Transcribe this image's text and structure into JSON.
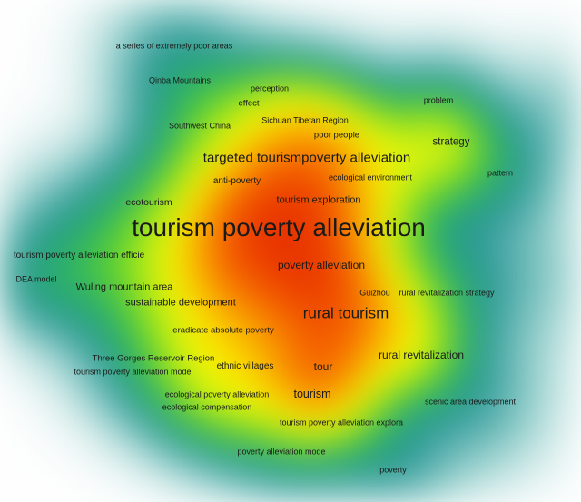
{
  "map": {
    "terms": [
      {
        "id": "a-series-of-extremely-poor-areas",
        "text": "a series of extremely poor areas",
        "weight": 1
      },
      {
        "id": "qinba-mountains",
        "text": "Qinba Mountains",
        "weight": 1
      },
      {
        "id": "perception",
        "text": "perception",
        "weight": 1
      },
      {
        "id": "effect",
        "text": "effect",
        "weight": 1
      },
      {
        "id": "problem",
        "text": "problem",
        "weight": 1
      },
      {
        "id": "southwest-china",
        "text": "Southwest China",
        "weight": 1
      },
      {
        "id": "sichuan-tibetan-region",
        "text": "Sichuan Tibetan Region",
        "weight": 1
      },
      {
        "id": "poor-people",
        "text": "poor people",
        "weight": 1
      },
      {
        "id": "strategy",
        "text": "strategy",
        "weight": 2
      },
      {
        "id": "targeted-tourism-poverty-alleviation",
        "text": "targeted tourismpoverty alleviation",
        "weight": 4
      },
      {
        "id": "pattern",
        "text": "pattern",
        "weight": 1
      },
      {
        "id": "ecological-environment",
        "text": "ecological environment",
        "weight": 1
      },
      {
        "id": "anti-poverty",
        "text": "anti-poverty",
        "weight": 1.5
      },
      {
        "id": "ecotourism",
        "text": "ecotourism",
        "weight": 1.5
      },
      {
        "id": "tourism-exploration",
        "text": "tourism exploration",
        "weight": 1.5
      },
      {
        "id": "tourism-poverty-alleviation",
        "text": "tourism poverty alleviation",
        "weight": 10
      },
      {
        "id": "tourism-poverty-alleviation-efficie",
        "text": "tourism poverty alleviation efficie",
        "weight": 1.5
      },
      {
        "id": "poverty-alleviation",
        "text": "poverty alleviation",
        "weight": 2
      },
      {
        "id": "dea-model",
        "text": "DEA model",
        "weight": 1
      },
      {
        "id": "wuling-mountain-area",
        "text": "Wuling mountain area",
        "weight": 1.5
      },
      {
        "id": "guizhou",
        "text": "Guizhou",
        "weight": 1
      },
      {
        "id": "rural-revitalization-strategy",
        "text": "rural revitalization strategy",
        "weight": 1
      },
      {
        "id": "sustainable-development",
        "text": "sustainable development",
        "weight": 1.5
      },
      {
        "id": "rural-tourism",
        "text": "rural tourism",
        "weight": 5
      },
      {
        "id": "eradicate-absolute-poverty",
        "text": "eradicate absolute poverty",
        "weight": 1
      },
      {
        "id": "rural-revitalization",
        "text": "rural revitalization",
        "weight": 2
      },
      {
        "id": "three-gorges-reservoir-region",
        "text": "Three Gorges Reservoir Region",
        "weight": 1
      },
      {
        "id": "tour",
        "text": "tour",
        "weight": 2
      },
      {
        "id": "tourism-poverty-alleviation-model",
        "text": "tourism poverty alleviation model",
        "weight": 1
      },
      {
        "id": "ethnic-villages",
        "text": "ethnic villages",
        "weight": 1.5
      },
      {
        "id": "ecological-poverty-alleviation",
        "text": "ecological poverty alleviation",
        "weight": 1
      },
      {
        "id": "tourism",
        "text": "tourism",
        "weight": 2
      },
      {
        "id": "scenic-area-development",
        "text": "scenic area development",
        "weight": 1
      },
      {
        "id": "ecological-compensation",
        "text": "ecological compensation",
        "weight": 1
      },
      {
        "id": "tourism-poverty-alleviation-explora",
        "text": "tourism poverty alleviation explora",
        "weight": 1
      },
      {
        "id": "poverty-alleviation-mode",
        "text": "poverty alleviation mode",
        "weight": 1
      },
      {
        "id": "poverty",
        "text": "poverty",
        "weight": 1
      }
    ]
  }
}
